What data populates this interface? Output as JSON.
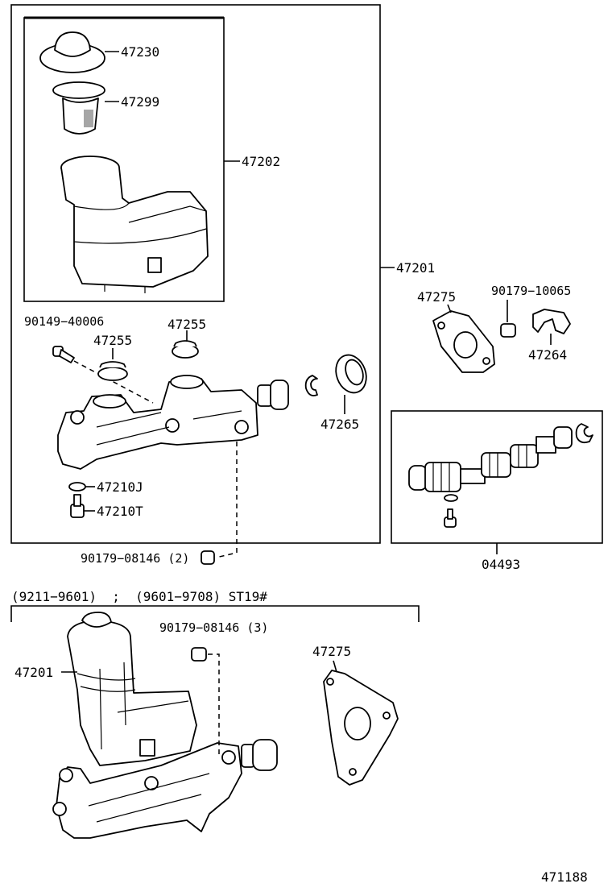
{
  "parts": {
    "p47230": "47230",
    "p47299": "47299",
    "p47202": "47202",
    "p47201_top": "47201",
    "p90149": "90149−40006",
    "p47255_a": "47255",
    "p47255_b": "47255",
    "p47275_top": "47275",
    "p90179_10065": "90179−10065",
    "p47264": "47264",
    "p47265": "47265",
    "p47210j": "47210J",
    "p47210t": "47210T",
    "p90179_08146_2": "90179−08146 (2)",
    "p04493": "04493",
    "p90179_08146_3": "90179−08146 (3)",
    "p47275_bottom": "47275",
    "p47201_bottom": "47201"
  },
  "variant_label": "(9211−9601)  ;  (9601−9708) ST19#",
  "figure_code": "471188"
}
